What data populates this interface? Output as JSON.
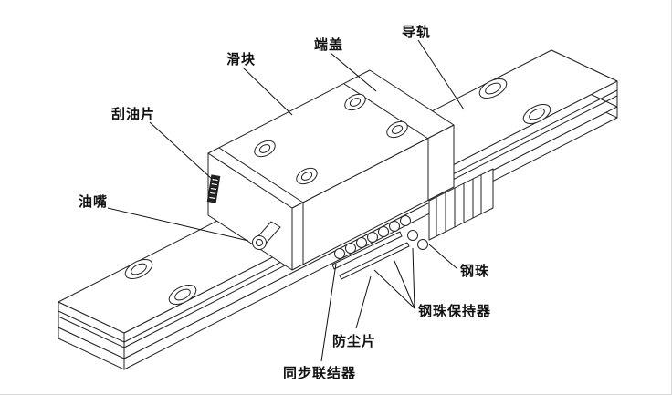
{
  "labels": {
    "slider_block": "滑块",
    "end_cap": "端盖",
    "guide_rail": "导轨",
    "oil_scraper": "刮油片",
    "oil_nipple": "油嘴",
    "steel_ball": "钢珠",
    "ball_retainer": "钢珠保持器",
    "dust_plate": "防尘片",
    "sync_connector": "同步联结器"
  },
  "colors": {
    "line": "#222222",
    "label_text": "#111111",
    "background": "#ffffff"
  }
}
